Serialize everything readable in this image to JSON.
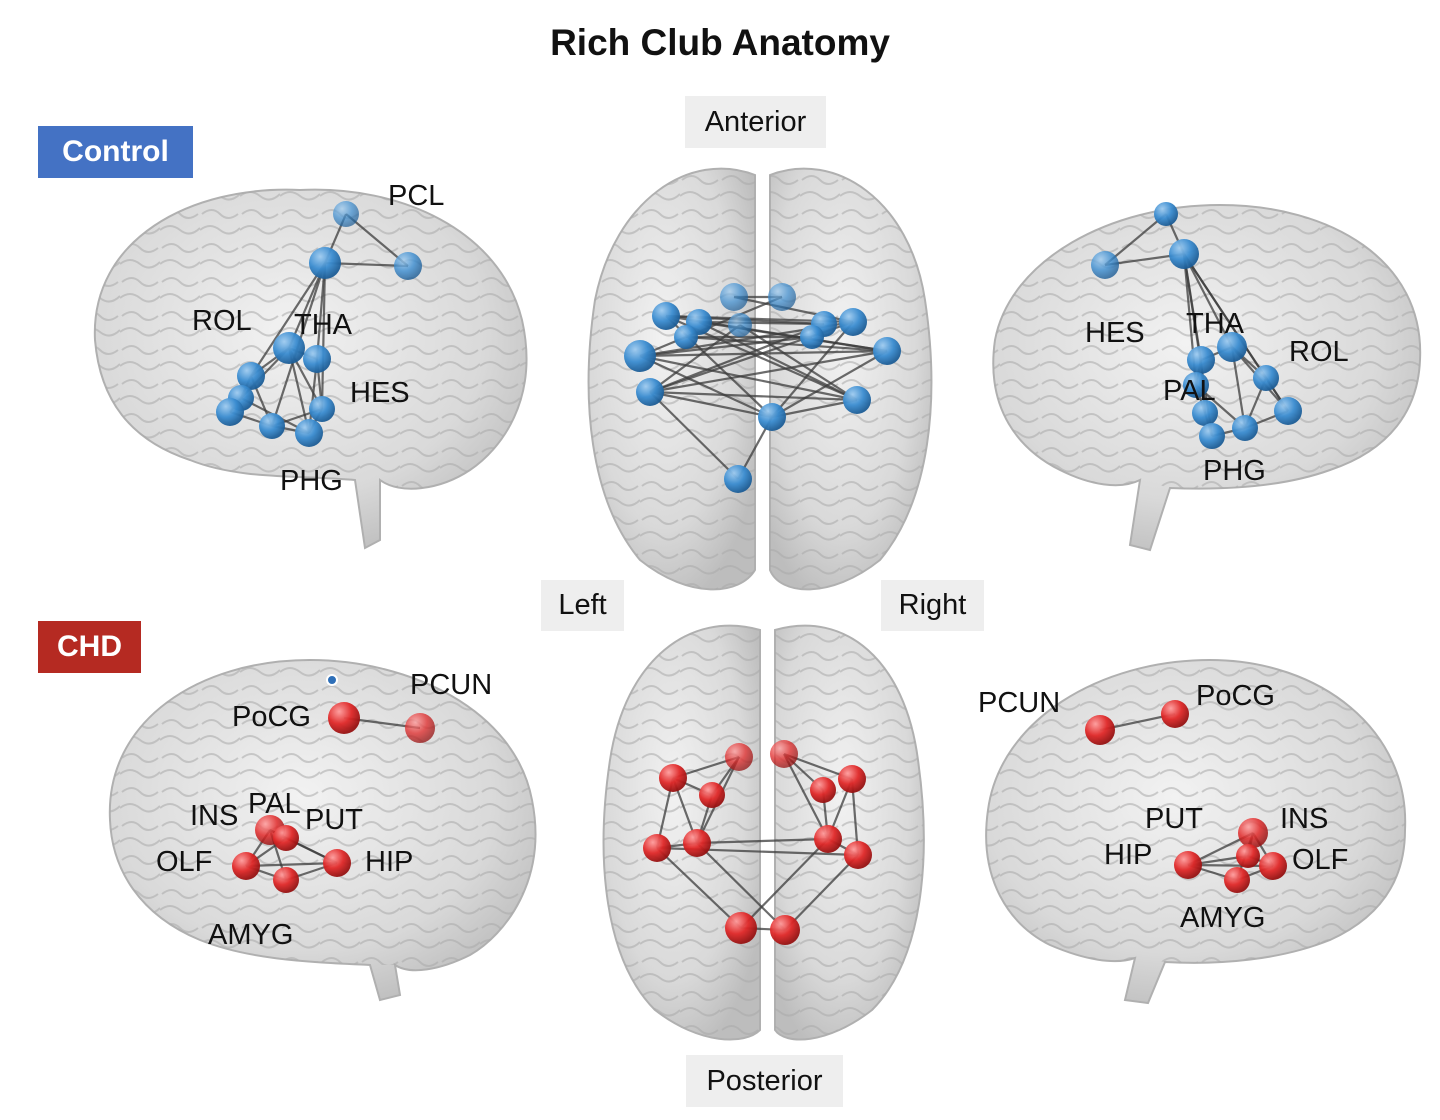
{
  "title": "Rich Club Anatomy",
  "groups": {
    "control": {
      "label": "Control",
      "color": "#4472c4"
    },
    "chd": {
      "label": "CHD",
      "color": "#b52a22"
    }
  },
  "orientation": {
    "anterior": "Anterior",
    "posterior": "Posterior",
    "left": "Left",
    "right": "Right"
  },
  "node_colors": {
    "control": "#3a8cd0",
    "chd": "#e02828"
  },
  "control_left": [
    "PCL",
    "ROL",
    "THA",
    "HES",
    "PHG"
  ],
  "control_right": [
    "HES",
    "THA",
    "ROL",
    "PAL",
    "PHG"
  ],
  "chd_left": [
    "PCUN",
    "PoCG",
    "INS",
    "PAL",
    "PUT",
    "OLF",
    "HIP",
    "AMYG"
  ],
  "chd_right": [
    "PCUN",
    "PoCG",
    "PUT",
    "INS",
    "HIP",
    "OLF",
    "AMYG"
  ]
}
